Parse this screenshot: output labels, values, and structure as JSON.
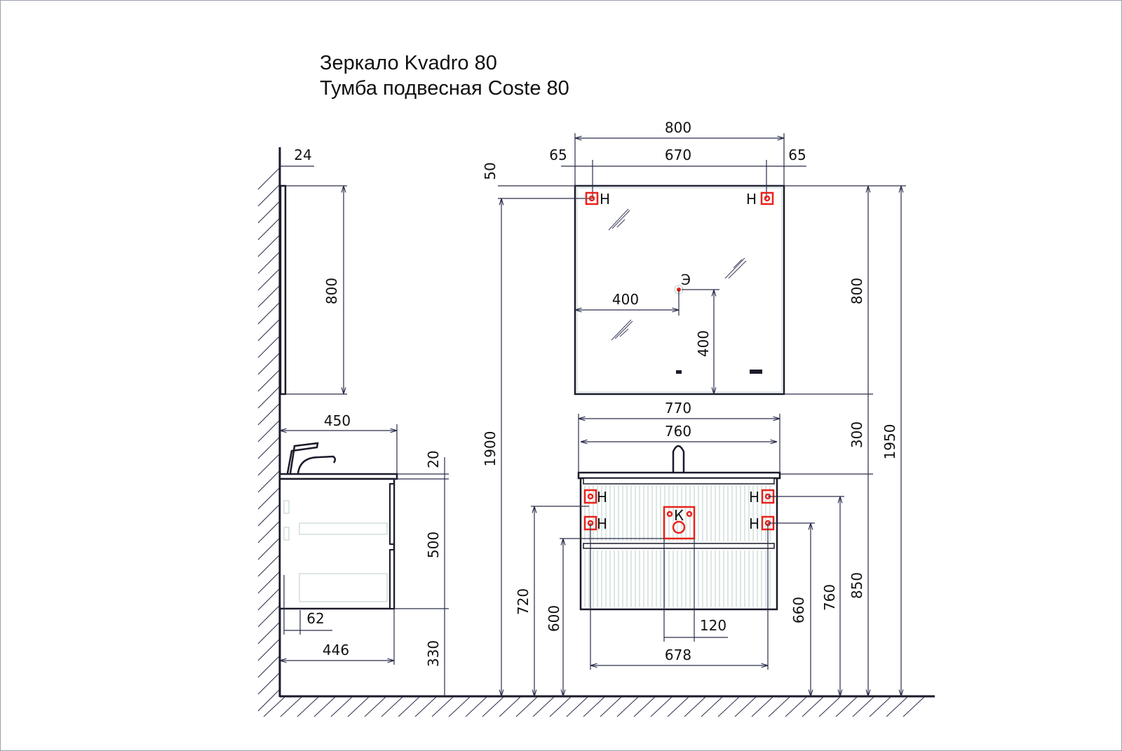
{
  "title": {
    "line1": "Зеркало Kvadro 80",
    "line2": "Тумба подвесная Coste 80"
  },
  "side_view": {
    "mirror_depth": "24",
    "mirror_height": "800",
    "top_depth": "450",
    "top_thickness": "20",
    "cabinet_height": "500",
    "floor_clearance": "330",
    "offset": "62",
    "cabinet_depth": "446"
  },
  "front_view": {
    "mirror_width": "800",
    "edge_left": "65",
    "hanger_spacing": "670",
    "edge_right": "65",
    "hanger_from_top": "50",
    "socket_from_left": "400",
    "socket_from_bottom": "400",
    "mirror_height": "800",
    "gap": "300",
    "cabinet_top_height": "850",
    "total_height": "1950",
    "hanger_height": "1900",
    "top_width": "770",
    "inner_width": "760",
    "lower_hanger_height": "720",
    "drain_box_height": "600",
    "right_lower_hanger": "660",
    "right_upper_hanger": "760",
    "drain_width": "120",
    "cabinet_hanger_spacing": "678",
    "marker_hanger": "Н",
    "marker_socket": "Э",
    "marker_drain": "К"
  },
  "colors": {
    "marker": "#e8231b",
    "line": "#2a2d4a"
  }
}
